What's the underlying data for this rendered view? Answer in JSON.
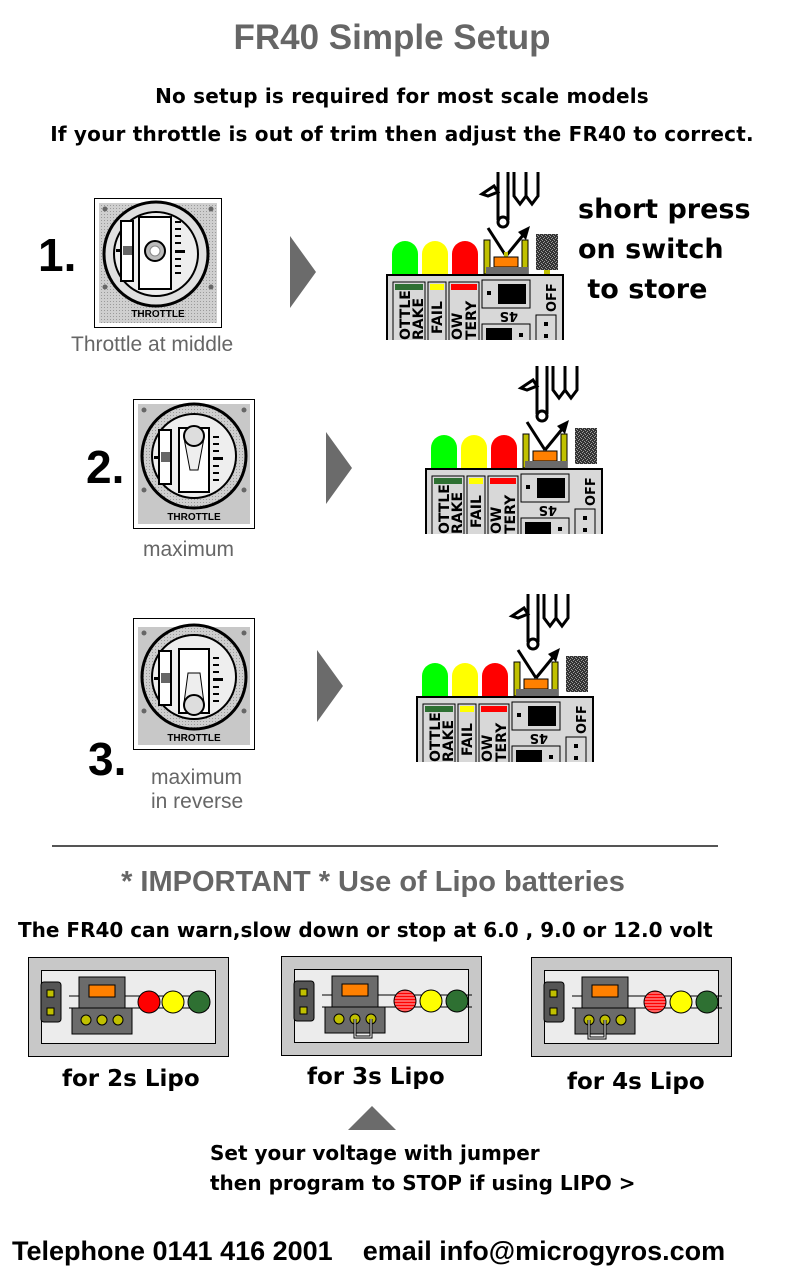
{
  "header": {
    "title": "FR40 Simple Setup",
    "line1": "No setup is required for most scale models",
    "line2": "If your throttle is out of trim then adjust the FR40 to correct."
  },
  "steps": [
    {
      "number": "1.",
      "caption_lines": [
        "Throttle at middle"
      ],
      "throttle_position": "middle",
      "throttle_label": "THROTTLE"
    },
    {
      "number": "2.",
      "caption_lines": [
        "maximum"
      ],
      "throttle_position": "maximum",
      "throttle_label": "THROTTLE"
    },
    {
      "number": "3.",
      "caption_lines": [
        "maximum",
        "in reverse"
      ],
      "throttle_position": "maximum reverse",
      "throttle_label": "THROTTLE"
    }
  ],
  "instruction": {
    "lines": [
      "short press",
      "on switch",
      " to store"
    ]
  },
  "board": {
    "leds": [
      "#00ff00",
      "#ffff00",
      "#ff0000"
    ],
    "label_colors": [
      "#2e7032",
      "#ffff00",
      "#ff0000"
    ],
    "labels": [
      "OTTLE",
      "RAKE",
      "FAIL",
      "OW",
      "TERY"
    ],
    "switch_label": "4S",
    "off_label": "OFF",
    "button_color": "#ff8000"
  },
  "important": {
    "heading": "* IMPORTANT * Use of Lipo batteries",
    "warning": "The FR40  can warn,slow down or stop at 6.0 , 9.0 or 12.0 volt"
  },
  "lipo_options": [
    {
      "label": "for 2s Lipo",
      "jumper": "none"
    },
    {
      "label": "for 3s Lipo",
      "jumper": "pins 2-3"
    },
    {
      "label": "for 4s Lipo",
      "jumper": "pins 1-2"
    }
  ],
  "jumper_note": {
    "line1": "Set your voltage with jumper",
    "line2": "then program to STOP if using LIPO >"
  },
  "footer": {
    "telephone": "Telephone 0141 416 2001",
    "email": "email info@microgyros.com"
  },
  "colors": {
    "heading_gray": "#666666",
    "arrow_gray": "#6b6b6b",
    "led_green": "#00ff00",
    "led_yellow": "#ffff00",
    "led_red": "#ff0000",
    "dark_green": "#2e7032"
  }
}
